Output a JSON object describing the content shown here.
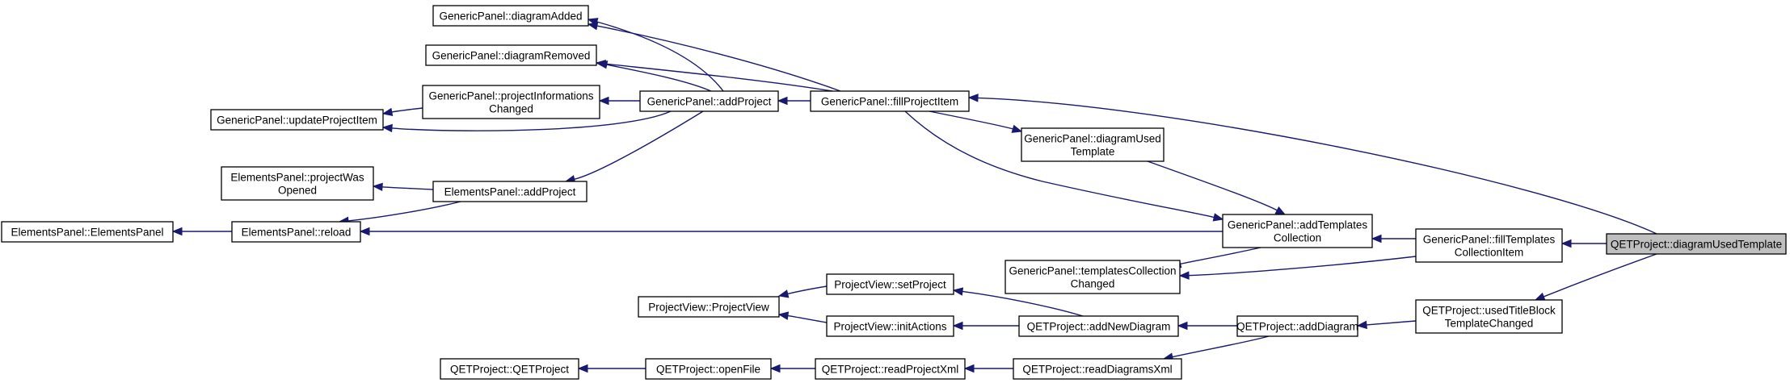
{
  "graph": {
    "edge_color": "#191970",
    "highlight_color": "#bfbfbf",
    "nodes": [
      {
        "id": "gp_diagramAdded",
        "lines": [
          "GenericPanel::diagramAdded"
        ]
      },
      {
        "id": "gp_diagramRemoved",
        "lines": [
          "GenericPanel::diagramRemoved"
        ]
      },
      {
        "id": "gp_projectInformationsChanged",
        "lines": [
          "GenericPanel::projectInformations",
          "Changed"
        ]
      },
      {
        "id": "gp_updateProjectItem",
        "lines": [
          "GenericPanel::updateProjectItem"
        ]
      },
      {
        "id": "gp_addProject",
        "lines": [
          "GenericPanel::addProject"
        ]
      },
      {
        "id": "gp_fillProjectItem",
        "lines": [
          "GenericPanel::fillProjectItem"
        ]
      },
      {
        "id": "gp_diagramUsedTemplate",
        "lines": [
          "GenericPanel::diagramUsed",
          "Template"
        ]
      },
      {
        "id": "ep_projectWasOpened",
        "lines": [
          "ElementsPanel::projectWas",
          "Opened"
        ]
      },
      {
        "id": "ep_addProject",
        "lines": [
          "ElementsPanel::addProject"
        ]
      },
      {
        "id": "ep_ElementsPanel",
        "lines": [
          "ElementsPanel::ElementsPanel"
        ]
      },
      {
        "id": "ep_reload",
        "lines": [
          "ElementsPanel::reload"
        ]
      },
      {
        "id": "gp_addTemplatesCollection",
        "lines": [
          "GenericPanel::addTemplates",
          "Collection"
        ]
      },
      {
        "id": "gp_fillTemplatesCollectionItem",
        "lines": [
          "GenericPanel::fillTemplates",
          "CollectionItem"
        ]
      },
      {
        "id": "qp_diagramUsedTemplate",
        "lines": [
          "QETProject::diagramUsedTemplate"
        ],
        "highlight": true
      },
      {
        "id": "gp_templatesCollectionChanged",
        "lines": [
          "GenericPanel::templatesCollection",
          "Changed"
        ]
      },
      {
        "id": "pv_setProject",
        "lines": [
          "ProjectView::setProject"
        ]
      },
      {
        "id": "pv_ProjectView",
        "lines": [
          "ProjectView::ProjectView"
        ]
      },
      {
        "id": "pv_initActions",
        "lines": [
          "ProjectView::initActions"
        ]
      },
      {
        "id": "qp_addNewDiagram",
        "lines": [
          "QETProject::addNewDiagram"
        ]
      },
      {
        "id": "qp_addDiagram",
        "lines": [
          "QETProject::addDiagram"
        ]
      },
      {
        "id": "qp_usedTitleBlockTemplateChanged",
        "lines": [
          "QETProject::usedTitleBlock",
          "TemplateChanged"
        ]
      },
      {
        "id": "qp_QETProject",
        "lines": [
          "QETProject::QETProject"
        ]
      },
      {
        "id": "qp_openFile",
        "lines": [
          "QETProject::openFile"
        ]
      },
      {
        "id": "qp_readProjectXml",
        "lines": [
          "QETProject::readProjectXml"
        ]
      },
      {
        "id": "qp_readDiagramsXml",
        "lines": [
          "QETProject::readDiagramsXml"
        ]
      }
    ],
    "edges": [
      {
        "from": "qp_diagramUsedTemplate",
        "to": "gp_fillProjectItem"
      },
      {
        "from": "qp_diagramUsedTemplate",
        "to": "gp_fillTemplatesCollectionItem"
      },
      {
        "from": "qp_diagramUsedTemplate",
        "to": "qp_usedTitleBlockTemplateChanged"
      },
      {
        "from": "gp_fillProjectItem",
        "to": "gp_diagramAdded"
      },
      {
        "from": "gp_fillProjectItem",
        "to": "gp_diagramRemoved"
      },
      {
        "from": "gp_fillProjectItem",
        "to": "gp_addProject"
      },
      {
        "from": "gp_fillProjectItem",
        "to": "gp_diagramUsedTemplate"
      },
      {
        "from": "gp_fillProjectItem",
        "to": "gp_addTemplatesCollection"
      },
      {
        "from": "gp_addProject",
        "to": "gp_diagramAdded"
      },
      {
        "from": "gp_addProject",
        "to": "gp_diagramRemoved"
      },
      {
        "from": "gp_addProject",
        "to": "gp_projectInformationsChanged"
      },
      {
        "from": "gp_addProject",
        "to": "gp_updateProjectItem"
      },
      {
        "from": "gp_addProject",
        "to": "ep_addProject"
      },
      {
        "from": "gp_projectInformationsChanged",
        "to": "gp_updateProjectItem"
      },
      {
        "from": "ep_addProject",
        "to": "ep_projectWasOpened"
      },
      {
        "from": "ep_addProject",
        "to": "ep_reload"
      },
      {
        "from": "ep_reload",
        "to": "ep_ElementsPanel"
      },
      {
        "from": "gp_diagramUsedTemplate",
        "to": "gp_addTemplatesCollection"
      },
      {
        "from": "gp_addTemplatesCollection",
        "to": "ep_reload"
      },
      {
        "from": "gp_addTemplatesCollection",
        "to": "gp_templatesCollectionChanged"
      },
      {
        "from": "gp_fillTemplatesCollectionItem",
        "to": "gp_addTemplatesCollection"
      },
      {
        "from": "gp_fillTemplatesCollectionItem",
        "to": "gp_templatesCollectionChanged"
      },
      {
        "from": "qp_usedTitleBlockTemplateChanged",
        "to": "qp_addDiagram"
      },
      {
        "from": "qp_addDiagram",
        "to": "qp_addNewDiagram"
      },
      {
        "from": "qp_addDiagram",
        "to": "qp_readDiagramsXml"
      },
      {
        "from": "qp_addNewDiagram",
        "to": "pv_setProject"
      },
      {
        "from": "qp_addNewDiagram",
        "to": "pv_initActions"
      },
      {
        "from": "pv_setProject",
        "to": "pv_ProjectView"
      },
      {
        "from": "pv_initActions",
        "to": "pv_ProjectView"
      },
      {
        "from": "qp_readDiagramsXml",
        "to": "qp_readProjectXml"
      },
      {
        "from": "qp_readProjectXml",
        "to": "qp_openFile"
      },
      {
        "from": "qp_openFile",
        "to": "qp_QETProject"
      }
    ]
  }
}
